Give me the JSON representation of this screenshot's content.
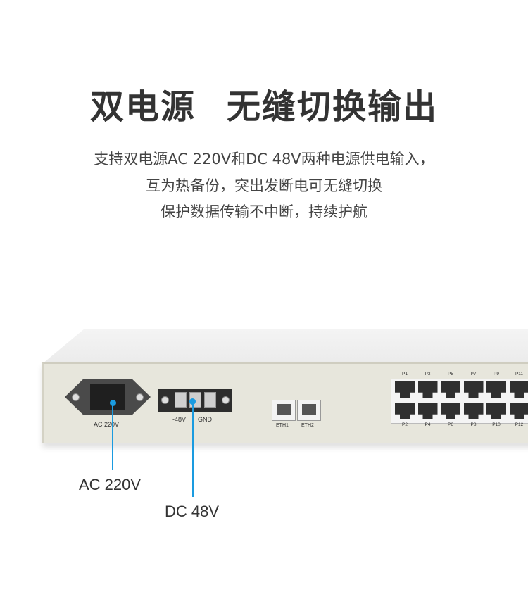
{
  "headline": {
    "part1": "双电源",
    "part2": "无缝切换输出"
  },
  "description": [
    "支持双电源AC 220V和DC 48V两种电源供电输入，",
    "互为热备份，突出发断电可无缝切换",
    "保护数据传输不中断，持续护航"
  ],
  "device": {
    "ac_port_label": "AC 220V",
    "dc_labels": [
      "-48V",
      "GND"
    ],
    "eth_ports": [
      "ETH1",
      "ETH2"
    ],
    "top_ports": [
      "P1",
      "P3",
      "P5",
      "P7",
      "P9",
      "P11"
    ],
    "bottom_ports": [
      "P2",
      "P4",
      "P6",
      "P8",
      "P10",
      "P12"
    ]
  },
  "callouts": {
    "ac": "AC 220V",
    "dc": "DC 48V"
  },
  "colors": {
    "callout_line": "#1a9be0",
    "panel": "#e7e6dc"
  }
}
